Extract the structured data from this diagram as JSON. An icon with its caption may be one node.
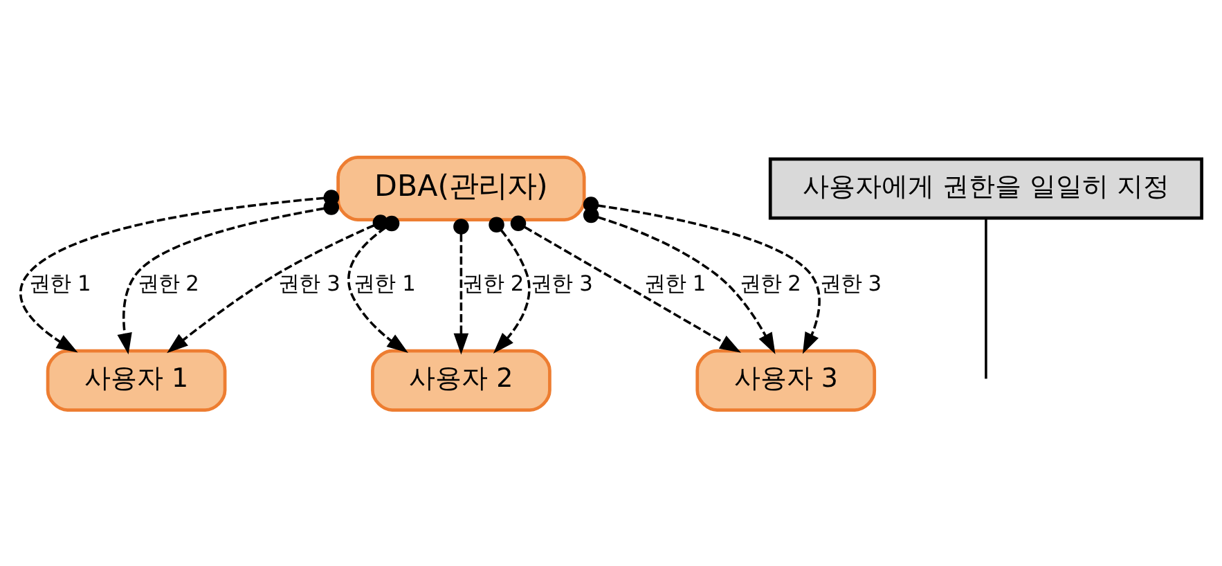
{
  "diagram": {
    "nodes": [
      {
        "text": [
          "DBA(관리자)"
        ]
      },
      {
        "text": [
          "사용자 1"
        ]
      },
      {
        "text": [
          "사용자 2"
        ]
      },
      {
        "text": [
          "사용자 3"
        ]
      },
      {
        "text": [
          "사용자에게 권한을 일일히 지정"
        ]
      }
    ],
    "edges": [
      {
        "from": 0,
        "to": 1,
        "arrow": "to",
        "style": "dashed",
        "label": "권한 1"
      },
      {
        "from": 0,
        "to": 1,
        "arrow": "to",
        "style": "dashed",
        "label": "권한 2"
      },
      {
        "from": 0,
        "to": 1,
        "arrow": "to",
        "style": "dashed",
        "label": "권한 3"
      },
      {
        "from": 0,
        "to": 2,
        "arrow": "to",
        "style": "dashed",
        "label": "권한 1"
      },
      {
        "from": 0,
        "to": 2,
        "arrow": "to",
        "style": "dashed",
        "label": "권한 2"
      },
      {
        "from": 0,
        "to": 2,
        "arrow": "to",
        "style": "dashed",
        "label": "권한 3"
      },
      {
        "from": 0,
        "to": 3,
        "arrow": "to",
        "style": "dashed",
        "label": "권한 1"
      },
      {
        "from": 0,
        "to": 3,
        "arrow": "to",
        "style": "dashed",
        "label": "권한 2"
      },
      {
        "from": 0,
        "to": 3,
        "arrow": "to",
        "style": "dashed",
        "label": "권한 3"
      },
      {
        "from": 4,
        "to": null,
        "arrow": "none"
      }
    ]
  }
}
